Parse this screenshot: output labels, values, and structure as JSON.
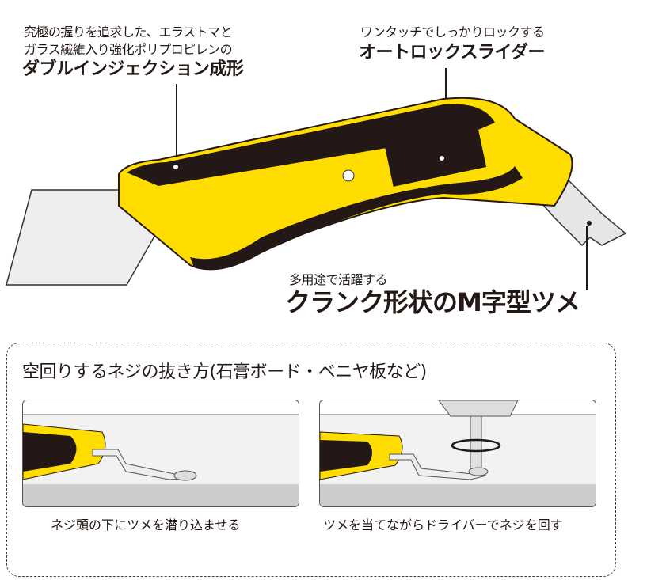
{
  "feature_grip": {
    "line1": "究極の握りを追求した、エラストマと",
    "line2": "ガラス繊維入り強化ポリプロピレンの",
    "title": "ダブルインジェクション成形"
  },
  "feature_slider": {
    "line1": "ワンタッチでしっかりロックする",
    "title": "オートロックスライダー"
  },
  "feature_hook": {
    "line1": "多用途で活躍する",
    "title": "クランク形状のM字型ツメ"
  },
  "howto": {
    "heading": "空回りするネジの抜き方(石膏ボード・ベニヤ板など)",
    "steps": [
      {
        "caption": "ネジ頭の下にツメを潜り込ませる"
      },
      {
        "caption": "ツメを当てながらドライバーでネジを回す"
      }
    ]
  },
  "colors": {
    "yellow": "#FFDD00",
    "black": "#231815",
    "blade": "#E8E8E8"
  }
}
